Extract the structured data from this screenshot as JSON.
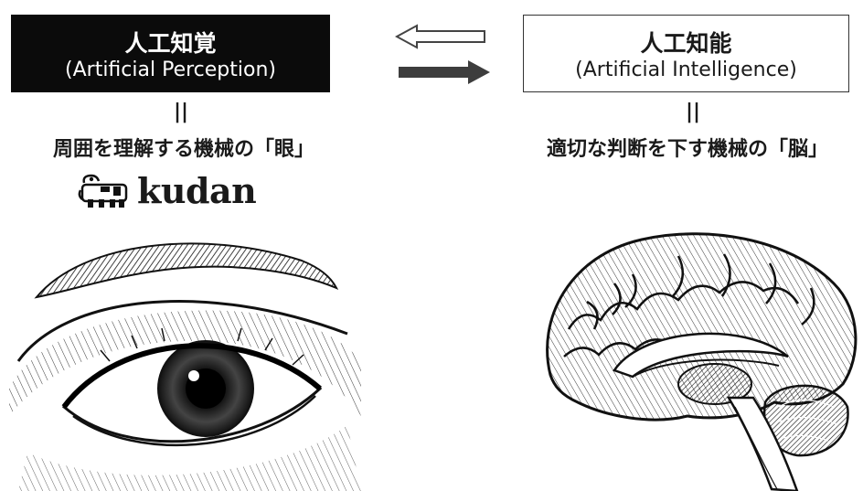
{
  "left_concept": {
    "title": "人工知覚",
    "subtitle": "(Artificial Perception)",
    "equals": "||",
    "description": "周囲を理解する機械の「眼」"
  },
  "right_concept": {
    "title": "人工知能",
    "subtitle": "(Artificial Intelligence)",
    "equals": "||",
    "description": "適切な判断を下す機械の「脳」"
  },
  "logo": {
    "text": "kudan",
    "icon": "elephant-logo-icon"
  },
  "arrows": [
    {
      "name": "arrow-left-outline-icon",
      "direction": "left",
      "style": "outline"
    },
    {
      "name": "arrow-right-filled-icon",
      "direction": "right",
      "style": "filled"
    }
  ],
  "illustrations": [
    {
      "name": "eye-illustration",
      "subject": "eye"
    },
    {
      "name": "brain-illustration",
      "subject": "brain"
    }
  ],
  "colors": {
    "dark": "#0b0b0b",
    "arrow": "#444444",
    "background": "#ffffff"
  }
}
